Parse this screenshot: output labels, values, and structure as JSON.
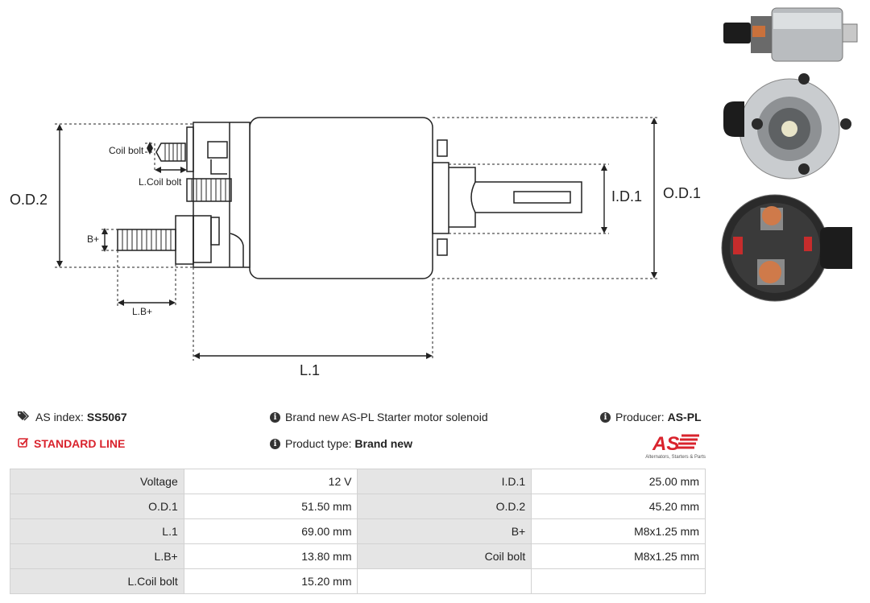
{
  "diagram": {
    "labels": {
      "od2": "O.D.2",
      "od1": "O.D.1",
      "id1": "I.D.1",
      "l1": "L.1",
      "coil_bolt": "Coil bolt",
      "l_coil_bolt": "L.Coil bolt",
      "b_plus": "B+",
      "l_b_plus": "L.B+"
    }
  },
  "info": {
    "index_label": "AS index:",
    "index_value": "SS5067",
    "standard_line": "STANDARD LINE",
    "description": "Brand new AS-PL Starter motor solenoid",
    "product_type_label": "Product type:",
    "product_type_value": "Brand new",
    "producer_label": "Producer:",
    "producer_value": "AS-PL"
  },
  "logo": {
    "mark": "AS",
    "tagline": "Alternators, Starters & Parts",
    "color": "#d9232d"
  },
  "specs": {
    "rows": [
      [
        {
          "label": "Voltage",
          "value": "12 V"
        },
        {
          "label": "I.D.1",
          "value": "25.00 mm"
        }
      ],
      [
        {
          "label": "O.D.1",
          "value": "51.50 mm"
        },
        {
          "label": "O.D.2",
          "value": "45.20 mm"
        }
      ],
      [
        {
          "label": "L.1",
          "value": "69.00 mm"
        },
        {
          "label": "B+",
          "value": "M8x1.25 mm"
        }
      ],
      [
        {
          "label": "L.B+",
          "value": "13.80 mm"
        },
        {
          "label": "Coil bolt",
          "value": "M8x1.25 mm"
        }
      ],
      [
        {
          "label": "L.Coil bolt",
          "value": "15.20 mm"
        },
        {
          "label": "",
          "value": ""
        }
      ]
    ]
  }
}
